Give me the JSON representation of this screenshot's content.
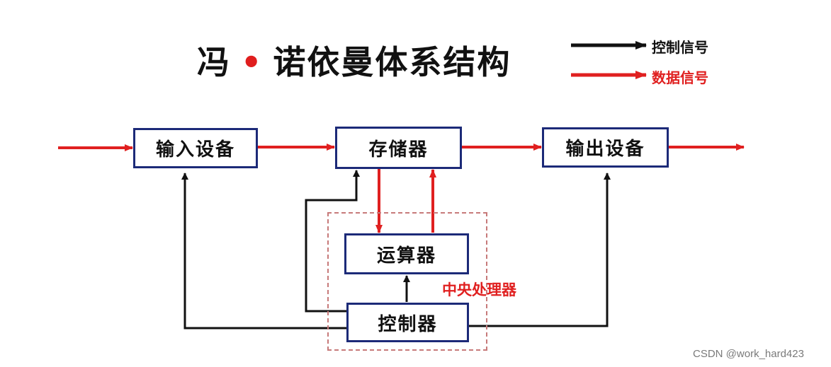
{
  "title": {
    "main": "冯",
    "dot": "•",
    "rest": "诺依曼体系结构"
  },
  "legend": {
    "control": {
      "label": "控制信号",
      "color": "#111111"
    },
    "data": {
      "label": "数据信号",
      "color": "#e02020"
    }
  },
  "boxes": {
    "input": "输入设备",
    "memory": "存储器",
    "output": "输出设备",
    "alu": "运算器",
    "controller": "控制器"
  },
  "cpu_label": "中央处理器",
  "watermark": "CSDN @work_hard423",
  "colors": {
    "control": "#111111",
    "data": "#e02020",
    "box_border": "#1c2a78",
    "cpu_border": "#c77a7a"
  }
}
